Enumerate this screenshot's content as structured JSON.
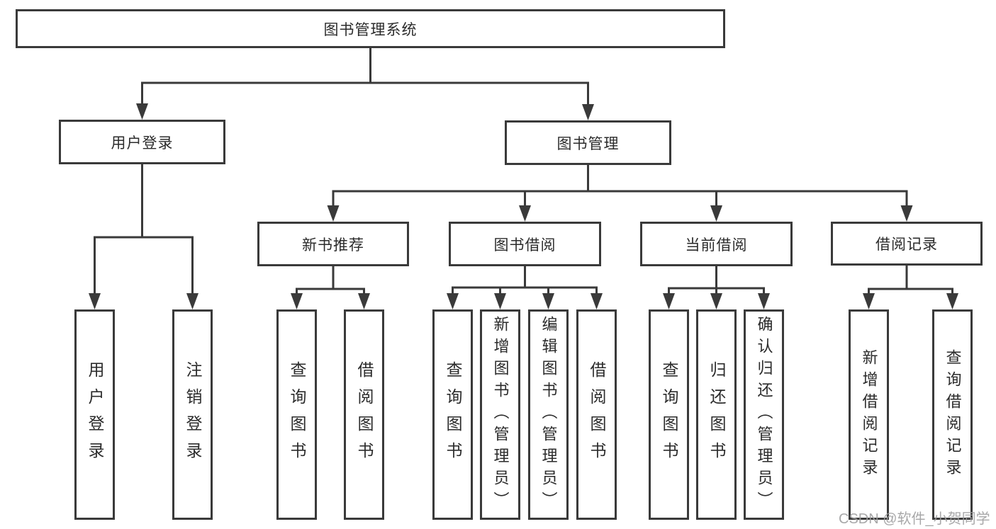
{
  "diagram": {
    "root": "图书管理系统",
    "level1": {
      "user_login": "用户登录",
      "book_management": "图书管理"
    },
    "level2": {
      "new_book_recommend": "新书推荐",
      "book_borrow": "图书借阅",
      "current_borrow": "当前借阅",
      "borrow_records": "借阅记录"
    },
    "leaves": {
      "user_login": "用户登录",
      "logout": "注销登录",
      "recommend_query_books": "查询图书",
      "recommend_borrow_books": "借阅图书",
      "borrow_query_books": "查询图书",
      "borrow_add_books": "新增图书（管理员）",
      "borrow_edit_books": "编辑图书（管理员）",
      "borrow_borrow_books": "借阅图书",
      "current_query_books": "查询图书",
      "current_return_books": "归还图书",
      "current_confirm_return": "确认归还（管理员）",
      "records_add_record": "新增借阅记录",
      "records_query_record": "查询借阅记录"
    },
    "watermark": "CSDN @软件_小贺同学",
    "colors": {
      "line": "#3a3a3a",
      "text": "#2b2b2b",
      "watermark": "#9e9ea0",
      "background": "#ffffff"
    }
  }
}
